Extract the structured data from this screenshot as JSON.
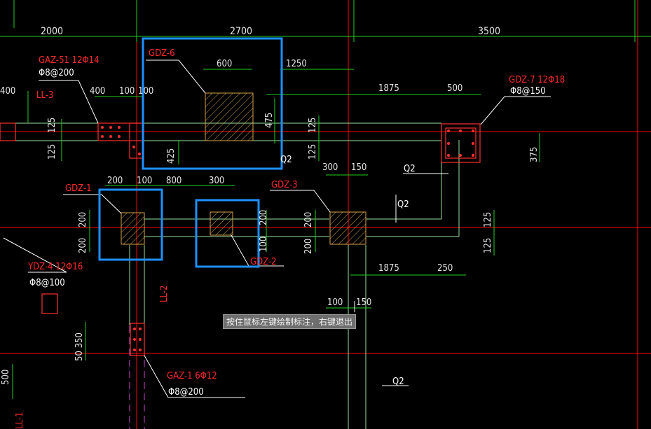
{
  "colors": {
    "background": "#000000",
    "dim_line": "#20d020",
    "axis": "#ff0000",
    "beam": "#d0d0d0",
    "select_box": "#1e90ff",
    "dim_text": "#e6e6e6",
    "label_red": "#ff2a2a",
    "hatch": "#d4a24a"
  },
  "top_dims": {
    "d1": "2000",
    "d2": "2700",
    "d3": "3500"
  },
  "dims": {
    "d600": "600",
    "d1250": "1250",
    "d400a": "400",
    "d400b": "400",
    "d100a": "100",
    "d100b": "100",
    "d125a": "125",
    "d125b": "125",
    "d475": "475",
    "d425": "425",
    "d125c": "125",
    "d125d": "125",
    "d1875a": "1875",
    "d500": "500",
    "d375": "375",
    "d200a": "200",
    "d100c": "100",
    "d800": "800",
    "d300a": "300",
    "d300b": "300",
    "d150a": "150",
    "d200b": "200",
    "d200c": "200",
    "d200d": "200",
    "d100d": "100",
    "d200e": "200",
    "d200f": "200",
    "d125e": "125",
    "d125f": "125",
    "d1875b": "1875",
    "d250": "250",
    "d100e": "100",
    "d150b": "150",
    "d50350": "50 350",
    "d500b": "500"
  },
  "labels": {
    "gaz51": "GAZ-51 12Φ14",
    "gaz51_stirrup": "Φ8@200",
    "ll3": "LL-3",
    "gdz6": "GDZ-6",
    "gdz7": "GDZ-7 12Φ18",
    "gdz7_stirrup": "Φ8@150",
    "gdz1": "GDZ-1",
    "gdz2": "GDZ-2",
    "gdz3": "GDZ-3",
    "q2a": "Q2",
    "q2b": "Q2",
    "q2c": "Q2",
    "q2d": "Q2",
    "ydz4": "YDZ-4 12Φ16",
    "ydz4_stirrup": "Φ8@100",
    "ll2": "LL-2",
    "gaz1": "GAZ-1 6Φ12",
    "gaz1_stirrup": "Φ8@200",
    "ll1": "LL-1"
  },
  "status": {
    "tooltip": "按住鼠标左键绘制标注，右键退出"
  },
  "icons": {
    "cursor": "crosshair-cursor-icon"
  }
}
